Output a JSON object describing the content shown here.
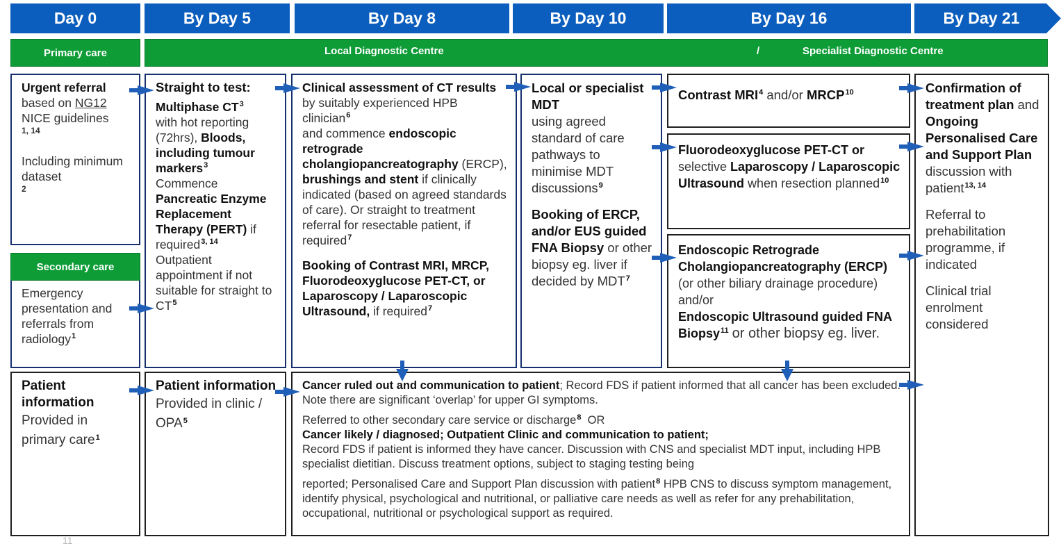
{
  "headers": [
    "Day 0",
    "By Day 5",
    "By Day 8",
    "By Day 10",
    "By Day 16",
    "By Day 21"
  ],
  "bands": {
    "primary": "Primary  care",
    "local": "Local Diagnostic Centre",
    "slash": "/",
    "specialist": "Specialist Diagnostic Centre",
    "secondary": "Secondary care"
  },
  "colors": {
    "header_blue": "#0b5ebd",
    "band_green": "#0e9c37",
    "arrow_blue": "#1f5fb8"
  },
  "day0": {
    "urgent_title": "Urgent referral",
    "urgent_t1": "based on",
    "urgent_ng12": "NG12",
    "urgent_t2": "NICE guidelines",
    "urgent_ref": "1, 14",
    "including": "Including minimum dataset",
    "including_ref": "2",
    "emergency": "Emergency presentation and referrals from radiology",
    "emergency_ref": "1",
    "patient_title": "Patient information",
    "patient_text": "Provided in primary care",
    "patient_ref": "1"
  },
  "day5": {
    "title": "Straight to test:",
    "ct": "Multiphase CT",
    "ct_ref": "3",
    "hot": "with hot reporting (72hrs),",
    "bloods": "Bloods, including tumour markers",
    "bloods_ref": "3",
    "commence": "Commence",
    "pert": "Pancreatic Enzyme Replacement Therapy (PERT)",
    "pert_tail": "if required",
    "pert_ref": "3, 14",
    "outpatient": "Outpatient appointment if not suitable for straight to CT",
    "outpatient_ref": "5",
    "patient_title": "Patient information",
    "patient_text": "Provided in clinic / OPA",
    "patient_ref": "5"
  },
  "day8": {
    "clin_title": "Clinical assessment of CT results",
    "clin_by": "by suitably experienced HPB clinician",
    "clin_ref": "6",
    "commence": "and commence",
    "ercp": "endoscopic retrograde cholangiopancreatography",
    "ercp_abbr": "(ERCP),",
    "brush": "brushings and stent",
    "ifclin": "if clinically indicated (based on agreed standards of care). Or straight to treatment referral for resectable patient, if required",
    "ifclin_ref": "7",
    "booking": "Booking of Contrast MRI, MRCP, Fluorodeoxyglucose PET-CT, or Laparoscopy / Laparoscopic Ultrasound,",
    "booking_tail": "if required",
    "booking_ref": "7"
  },
  "day10": {
    "mdt_title": "Local or specialist MDT",
    "mdt_text": "using agreed standard of care pathways to minimise MDT discussions",
    "mdt_ref": "9",
    "booking": "Booking of ERCP, and/or EUS guided FNA Biopsy",
    "booking_tail": "or other biopsy eg. liver if decided by MDT",
    "booking_ref": "7"
  },
  "day16": {
    "mri": "Contrast MRI",
    "mri_ref": "4",
    "andor": "and/or",
    "mrcp": "MRCP",
    "mrcp_ref": "10",
    "pet": "Fluorodeoxyglucose PET-CT or",
    "selective": "selective",
    "lap": "Laparoscopy / Laparoscopic Ultrasound",
    "when": "when resection planned",
    "when_ref": "10",
    "endo": "Endoscopic Retrograde Cholangiopancreatography (ERCP)",
    "endo_tail": "(or other biliary drainage procedure) and/or",
    "eus": "Endoscopic Ultrasound guided FNA Biopsy",
    "eus_ref": "11",
    "eus_tail": "or other biopsy eg. liver."
  },
  "day21": {
    "conf1": "Confirmation of treatment plan",
    "and": "and",
    "conf2": "Ongoing Personalised Care and Support Plan",
    "disc": "discussion with patient",
    "disc_ref": "13, 14",
    "referral": "Referral to prehabilitation programme, if indicated",
    "trial": "Clinical trial enrolment considered"
  },
  "bottom": {
    "ruled": "Cancer ruled out and communication to patient",
    "ruled_tail": "; Record FDS if patient informed that all cancer has been excluded. Note there are significant ‘overlap’ for upper GI symptoms.",
    "referred": "Referred to other secondary care service or discharge",
    "referred_ref": "8",
    "or": "OR",
    "likely": "Cancer likely / diagnosed; Outpatient Clinic and communication to patient;",
    "record": "Record FDS if patient is informed they have cancer. Discussion with CNS and specialist MDT input, including HPB specialist dietitian. Discuss treatment options, subject to staging testing being",
    "reported": "reported; Personalised Care and Support Plan discussion with patient",
    "reported_ref": "8",
    "hpb": "HPB CNS to discuss symptom management, identify physical, psychological and nutritional, or palliative care needs as well as refer for any prehabilitation, occupational, nutritional or psychological support as required."
  },
  "page_number": "11"
}
